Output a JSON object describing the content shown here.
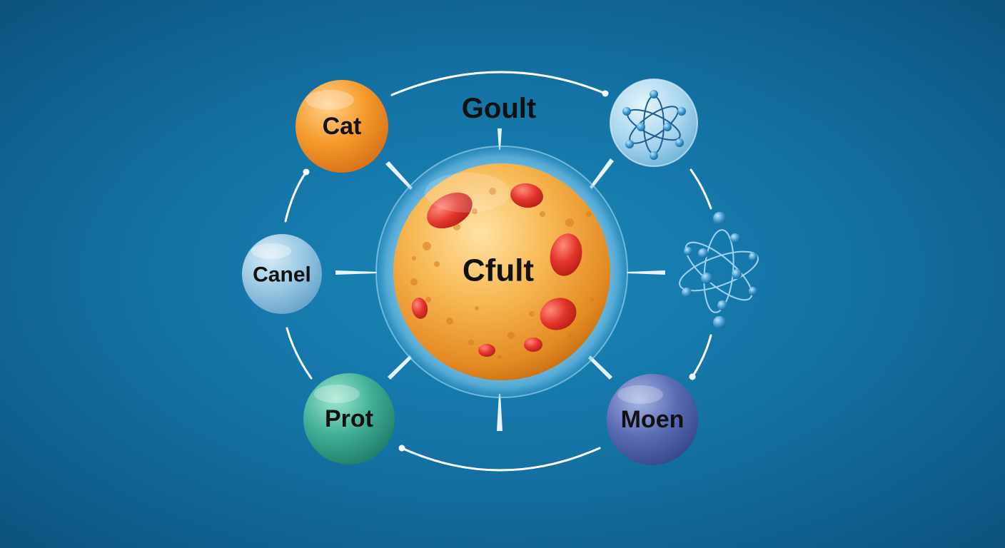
{
  "diagram": {
    "top_label": "Goult",
    "center": {
      "label": "Cfult",
      "color": "#f2a93a"
    },
    "nodes": [
      {
        "id": "cat",
        "label": "Cat",
        "color": "#f29b2a"
      },
      {
        "id": "canel",
        "label": "Canel",
        "color": "#8fc3e2"
      },
      {
        "id": "prot",
        "label": "Prot",
        "color": "#3fae95"
      },
      {
        "id": "moen",
        "label": "Moen",
        "color": "#5569b0"
      }
    ],
    "icons": [
      {
        "id": "atom-bubble",
        "name": "atom-icon"
      },
      {
        "id": "atom-loose",
        "name": "molecule-orbit-icon"
      }
    ]
  }
}
